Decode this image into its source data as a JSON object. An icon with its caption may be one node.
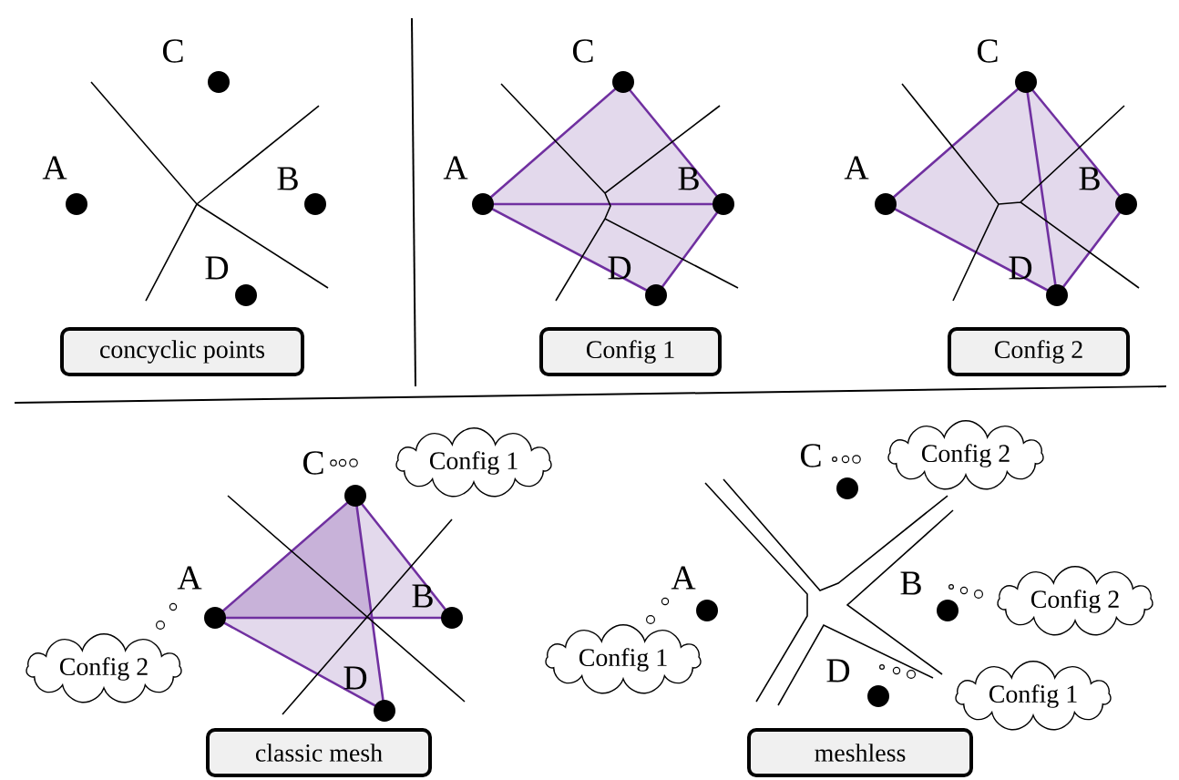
{
  "diagram": {
    "nodes": [
      {
        "text": [
          "concyclic points"
        ]
      },
      {
        "text": [
          "Config 1"
        ]
      },
      {
        "text": [
          "Config 2"
        ]
      },
      {
        "text": [
          "classic mesh"
        ]
      },
      {
        "text": [
          "meshless"
        ]
      },
      {
        "text": [
          "Config 1"
        ]
      },
      {
        "text": [
          "Config 2"
        ]
      },
      {
        "text": [
          "Config 2"
        ]
      },
      {
        "text": [
          "Config 2"
        ]
      },
      {
        "text": [
          "Config 1"
        ]
      },
      {
        "text": [
          "Config 1"
        ]
      }
    ],
    "labels": [
      "C",
      "A",
      "B",
      "D",
      "C",
      "A",
      "B",
      "D",
      "C",
      "A",
      "B",
      "D",
      "C",
      "A",
      "B",
      "D",
      "C",
      "A",
      "B",
      "D"
    ]
  }
}
